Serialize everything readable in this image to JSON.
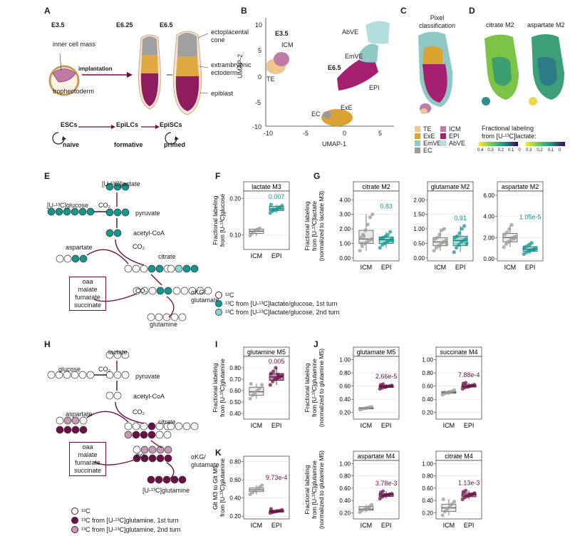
{
  "colors": {
    "teal": "#16958f",
    "teal_light": "#8fd3cf",
    "plum": "#6b0f45",
    "plum_light": "#c59ab3",
    "TE": "#f1c58e",
    "ICM": "#c17aa6",
    "ExE": "#d9a232",
    "EPI": "#a61f6f",
    "EmVE": "#8fc9c7",
    "AbVE": "#b4dede",
    "EC": "#9a9a9a"
  },
  "panelA": {
    "label": "A",
    "stages": [
      "E3.5",
      "E6.25",
      "E6.5"
    ],
    "icm": "inner cell mass",
    "troph": "trophectoderm",
    "implantation": "implantation",
    "epc": "ectoplacental\ncone",
    "exe": "extrambryonic\nectoderm",
    "epiblast": "epiblast",
    "cells": [
      "ESCs",
      "EpiLCs",
      "EpiSCs"
    ],
    "states": [
      "naive",
      "formative",
      "primed"
    ]
  },
  "panelB": {
    "label": "B",
    "xlabel": "UMAP-1",
    "ylabel": "UMAP-2",
    "xticks": [
      "-10",
      "-5",
      "0",
      "5"
    ],
    "yticks": [
      "10",
      "5",
      "0",
      "-5",
      "-10"
    ],
    "annotations": [
      "E3.5",
      "ICM",
      "TE",
      "AbVE",
      "EmVE",
      "E6.5",
      "EPI",
      "ExE",
      "EC"
    ]
  },
  "panelC": {
    "label": "C",
    "title": "Pixel\nclassification",
    "legend": [
      "TE",
      "ICM",
      "ExE",
      "EPI",
      "EmVE",
      "AbVE",
      "EC"
    ]
  },
  "panelD": {
    "label": "D",
    "titles": [
      "citrate M2",
      "aspartate M2"
    ],
    "cbar_title": "Fractional labeling\nfrom [U-¹³C]lactate:",
    "cbar1_ticks": [
      "0.4",
      "0.3",
      "0.2",
      "0.1",
      "0"
    ],
    "cbar2_ticks": [
      "0.3",
      "0.2",
      "0.1",
      "0"
    ]
  },
  "panelE": {
    "label": "E",
    "lactate": "[U-¹³C]lactate",
    "glucose": "[U-¹³C]glucose",
    "co2": "CO₂",
    "pyruvate": "pyruvate",
    "acetylcoa": "acetyl-CoA",
    "aspartate": "aspartate",
    "citrate": "citrate",
    "oaa_box": [
      "oaa",
      "malate",
      "fumarate",
      "succinate"
    ],
    "akg": "αKG/\nglutamate",
    "glutamine": "glutamine",
    "legend": [
      "¹²C",
      "¹³C from [U-¹³C]lactate/glucose, 1st turn",
      "¹³C from [U-¹³C]lactate/glucose, 2nd turn"
    ]
  },
  "panelH": {
    "label": "H",
    "lactate": "lactate",
    "glucose": "glucose",
    "co2": "CO₂",
    "pyruvate": "pyruvate",
    "acetylcoa": "acetyl-CoA",
    "aspartate": "aspartate",
    "citrate": "citrate",
    "oaa_box": [
      "oaa",
      "malate",
      "fumarate",
      "succinate"
    ],
    "akg": "αKG/\nglutamate",
    "glutamine": "[U-¹³C]glutamine",
    "legend": [
      "¹²C",
      "¹³C from [U-¹³C]glutamine, 1st turn",
      "¹³C from [U-¹³C]glutamine, 2nd turn"
    ]
  },
  "panelF": {
    "label": "F"
  },
  "panelG": {
    "label": "G"
  },
  "panelI": {
    "label": "I"
  },
  "panelJ": {
    "label": "J"
  },
  "panelK": {
    "label": "K"
  },
  "chart_data": [
    {
      "id": "F",
      "type": "box",
      "title": "lactate M3",
      "ylabel": "Fractional labeling\nfrom [U-¹³C]glucose",
      "categories": [
        "ICM",
        "EPI"
      ],
      "ylim": [
        0.06,
        0.22
      ],
      "yticks": [
        0.1,
        0.2
      ],
      "ytick_labels": [
        "0.10",
        "0.20"
      ],
      "series": [
        {
          "group": "ICM",
          "q1": 0.104,
          "median": 0.11,
          "q3": 0.116,
          "whisker_low": 0.097,
          "whisker_high": 0.119,
          "points": [
            0.098,
            0.105,
            0.111,
            0.115,
            0.118
          ]
        },
        {
          "group": "EPI",
          "q1": 0.166,
          "median": 0.171,
          "q3": 0.178,
          "whisker_low": 0.16,
          "whisker_high": 0.183,
          "points": [
            0.16,
            0.165,
            0.168,
            0.172,
            0.176,
            0.18,
            0.183,
            0.169
          ]
        }
      ],
      "pvalue": "0.007",
      "pcolor": "teal"
    },
    {
      "id": "G1",
      "type": "box",
      "title": "citrate M2",
      "ylabel": "Fractional labeling\nfrom [U-¹³C]lactate\n(normalized to lactate M3)",
      "categories": [
        "ICM",
        "EPI"
      ],
      "ylim": [
        -0.2,
        4.6
      ],
      "yticks": [
        0,
        1,
        2,
        3,
        4
      ],
      "ytick_labels": [
        "0.00",
        "1.00",
        "2.00",
        "3.00",
        "4.00"
      ],
      "series": [
        {
          "group": "ICM",
          "q1": 1.0,
          "median": 1.3,
          "q3": 1.9,
          "whisker_low": 0.5,
          "whisker_high": 3.0,
          "points": [
            0.5,
            0.8,
            1.0,
            1.1,
            1.2,
            1.3,
            1.4,
            1.6,
            1.9,
            2.3,
            2.8,
            3.0,
            1.0,
            1.5
          ]
        },
        {
          "group": "EPI",
          "q1": 1.0,
          "median": 1.25,
          "q3": 1.45,
          "whisker_low": 0.7,
          "whisker_high": 1.8,
          "points": [
            0.7,
            0.9,
            1.0,
            1.1,
            1.2,
            1.3,
            1.35,
            1.4,
            1.5,
            1.6,
            1.8,
            1.2
          ]
        }
      ],
      "pvalue": "0.83",
      "pcolor": "teal"
    },
    {
      "id": "G2",
      "type": "box",
      "title": "glutamate M2",
      "categories": [
        "ICM",
        "EPI"
      ],
      "ylim": [
        -0.1,
        2.3
      ],
      "yticks": [
        0,
        0.5,
        1.0,
        1.5,
        2.0
      ],
      "ytick_labels": [
        "0.00",
        "0.50",
        "1.00",
        "1.50",
        "2.00"
      ],
      "series": [
        {
          "group": "ICM",
          "q1": 0.42,
          "median": 0.55,
          "q3": 0.7,
          "whisker_low": 0.25,
          "whisker_high": 1.0,
          "points": [
            0.25,
            0.35,
            0.42,
            0.5,
            0.55,
            0.6,
            0.65,
            0.7,
            0.8,
            0.95,
            1.0,
            0.48
          ]
        },
        {
          "group": "EPI",
          "q1": 0.42,
          "median": 0.6,
          "q3": 0.75,
          "whisker_low": 0.2,
          "whisker_high": 1.1,
          "points": [
            0.2,
            0.35,
            0.45,
            0.55,
            0.6,
            0.65,
            0.7,
            0.75,
            0.85,
            1.0,
            1.1,
            0.5
          ]
        }
      ],
      "pvalue": "0.91",
      "pcolor": "teal"
    },
    {
      "id": "G3",
      "type": "box",
      "title": "aspartate M2",
      "categories": [
        "ICM",
        "EPI"
      ],
      "ylim": [
        -0.2,
        6.4
      ],
      "yticks": [
        0,
        2,
        4,
        6
      ],
      "ytick_labels": [
        "0.00",
        "2.00",
        "4.00",
        "6.00"
      ],
      "series": [
        {
          "group": "ICM",
          "q1": 1.6,
          "median": 2.0,
          "q3": 2.4,
          "whisker_low": 1.1,
          "whisker_high": 3.2,
          "points": [
            1.1,
            1.4,
            1.6,
            1.8,
            2.0,
            2.1,
            2.3,
            2.5,
            2.8,
            3.2,
            1.9
          ]
        },
        {
          "group": "EPI",
          "q1": 0.7,
          "median": 0.9,
          "q3": 1.15,
          "whisker_low": 0.45,
          "whisker_high": 1.5,
          "points": [
            0.45,
            0.6,
            0.7,
            0.8,
            0.9,
            1.0,
            1.1,
            1.2,
            1.35,
            1.5,
            0.85
          ]
        }
      ],
      "pvalue": "1.05e-5",
      "pcolor": "teal"
    },
    {
      "id": "I",
      "type": "box",
      "title": "glutamine M5",
      "ylabel": "Fractional labeling\nfrom [U-¹³C]glutamine",
      "categories": [
        "ICM",
        "EPI"
      ],
      "ylim": [
        0.35,
        0.9
      ],
      "yticks": [
        0.4,
        0.5,
        0.6,
        0.7,
        0.8
      ],
      "ytick_labels": [
        "0.40",
        "0.50",
        "0.60",
        "0.70",
        "0.80"
      ],
      "series": [
        {
          "group": "ICM",
          "q1": 0.56,
          "median": 0.59,
          "q3": 0.63,
          "whisker_low": 0.53,
          "whisker_high": 0.66,
          "points": [
            0.53,
            0.56,
            0.58,
            0.6,
            0.62,
            0.65,
            0.66
          ]
        },
        {
          "group": "EPI",
          "q1": 0.69,
          "median": 0.72,
          "q3": 0.75,
          "whisker_low": 0.65,
          "whisker_high": 0.8,
          "points": [
            0.65,
            0.68,
            0.7,
            0.71,
            0.72,
            0.73,
            0.75,
            0.77,
            0.8,
            0.74
          ]
        }
      ],
      "pvalue": "0.005",
      "pcolor": "plum"
    },
    {
      "id": "J1",
      "type": "box",
      "title": "glutamate M5",
      "ylabel": "Fractional labeling\nfrom [U-¹³C]glutamine\n(normalized to glutamine M5)",
      "categories": [
        "ICM",
        "EPI"
      ],
      "ylim": [
        0.1,
        1.05
      ],
      "yticks": [
        0.2,
        0.4,
        0.6,
        0.8,
        1.0
      ],
      "ytick_labels": [
        "0.20",
        "0.40",
        "0.60",
        "0.80",
        "1.00"
      ],
      "series": [
        {
          "group": "ICM",
          "q1": 0.255,
          "median": 0.265,
          "q3": 0.275,
          "whisker_low": 0.245,
          "whisker_high": 0.285,
          "points": [
            0.245,
            0.255,
            0.262,
            0.27,
            0.28,
            0.285
          ]
        },
        {
          "group": "EPI",
          "q1": 0.58,
          "median": 0.595,
          "q3": 0.61,
          "whisker_low": 0.56,
          "whisker_high": 0.63,
          "points": [
            0.56,
            0.575,
            0.585,
            0.595,
            0.6,
            0.61,
            0.62,
            0.63,
            0.59
          ]
        }
      ],
      "pvalue": "2.66e-5",
      "pcolor": "plum"
    },
    {
      "id": "J2",
      "type": "box",
      "title": "succinate M4",
      "categories": [
        "ICM",
        "EPI"
      ],
      "ylim": [
        0.1,
        1.05
      ],
      "yticks": [
        0.2,
        0.4,
        0.6,
        0.8,
        1.0
      ],
      "ytick_labels": [
        "0.20",
        "0.40",
        "0.60",
        "0.80",
        "1.00"
      ],
      "series": [
        {
          "group": "ICM",
          "q1": 0.49,
          "median": 0.505,
          "q3": 0.52,
          "whisker_low": 0.47,
          "whisker_high": 0.54,
          "points": [
            0.47,
            0.49,
            0.5,
            0.51,
            0.52,
            0.54
          ]
        },
        {
          "group": "EPI",
          "q1": 0.585,
          "median": 0.6,
          "q3": 0.62,
          "whisker_low": 0.56,
          "whisker_high": 0.65,
          "points": [
            0.56,
            0.58,
            0.59,
            0.6,
            0.61,
            0.62,
            0.64,
            0.65
          ]
        }
      ],
      "pvalue": "7.88e-4",
      "pcolor": "plum"
    },
    {
      "id": "K",
      "type": "box",
      "title": "",
      "ylabel": "Glt M3 to Glt M5\nfrom [U-¹³C]glutamine",
      "categories": [
        "ICM",
        "EPI"
      ],
      "ylim": [
        0.17,
        0.86
      ],
      "yticks": [
        0.2,
        0.4,
        0.6,
        0.8
      ],
      "ytick_labels": [
        "0.20",
        "0.40",
        "0.60",
        "0.80"
      ],
      "series": [
        {
          "group": "ICM",
          "q1": 0.47,
          "median": 0.49,
          "q3": 0.51,
          "whisker_low": 0.44,
          "whisker_high": 0.54,
          "points": [
            0.44,
            0.46,
            0.48,
            0.5,
            0.52,
            0.54
          ]
        },
        {
          "group": "EPI",
          "q1": 0.245,
          "median": 0.255,
          "q3": 0.265,
          "whisker_low": 0.235,
          "whisker_high": 0.28,
          "points": [
            0.235,
            0.245,
            0.25,
            0.255,
            0.26,
            0.27,
            0.28,
            0.25
          ]
        }
      ],
      "pvalue": "9.73e-4",
      "pcolor": "plum"
    },
    {
      "id": "K2",
      "type": "box",
      "title": "aspartate M4",
      "ylabel": "Fractional labeling\nfrom [U-¹³C]glutamine\n(normalized to glutamine M5)",
      "categories": [
        "ICM",
        "EPI"
      ],
      "ylim": [
        0.1,
        1.05
      ],
      "yticks": [
        0.2,
        0.4,
        0.6,
        0.8,
        1.0
      ],
      "ytick_labels": [
        "0.20",
        "0.40",
        "0.60",
        "0.80",
        "1.00"
      ],
      "series": [
        {
          "group": "ICM",
          "q1": 0.24,
          "median": 0.26,
          "q3": 0.3,
          "whisker_low": 0.21,
          "whisker_high": 0.33,
          "points": [
            0.21,
            0.24,
            0.26,
            0.28,
            0.3,
            0.33
          ]
        },
        {
          "group": "EPI",
          "q1": 0.465,
          "median": 0.49,
          "q3": 0.51,
          "whisker_low": 0.43,
          "whisker_high": 0.55,
          "points": [
            0.43,
            0.46,
            0.48,
            0.49,
            0.5,
            0.51,
            0.53,
            0.55
          ]
        }
      ],
      "pvalue": "3.78e-3",
      "pcolor": "plum"
    },
    {
      "id": "K3",
      "type": "box",
      "title": "citrate M4",
      "categories": [
        "ICM",
        "EPI"
      ],
      "ylim": [
        0.1,
        1.05
      ],
      "yticks": [
        0.2,
        0.4,
        0.6,
        0.8,
        1.0
      ],
      "ytick_labels": [
        "0.20",
        "0.40",
        "0.60",
        "0.80",
        "1.00"
      ],
      "series": [
        {
          "group": "ICM",
          "q1": 0.22,
          "median": 0.28,
          "q3": 0.34,
          "whisker_low": 0.16,
          "whisker_high": 0.42,
          "points": [
            0.16,
            0.22,
            0.26,
            0.3,
            0.34,
            0.38,
            0.42
          ]
        },
        {
          "group": "EPI",
          "q1": 0.46,
          "median": 0.49,
          "q3": 0.52,
          "whisker_low": 0.42,
          "whisker_high": 0.56,
          "points": [
            0.42,
            0.45,
            0.47,
            0.49,
            0.5,
            0.52,
            0.54,
            0.56
          ]
        }
      ],
      "pvalue": "1.13e-3",
      "pcolor": "plum"
    }
  ]
}
